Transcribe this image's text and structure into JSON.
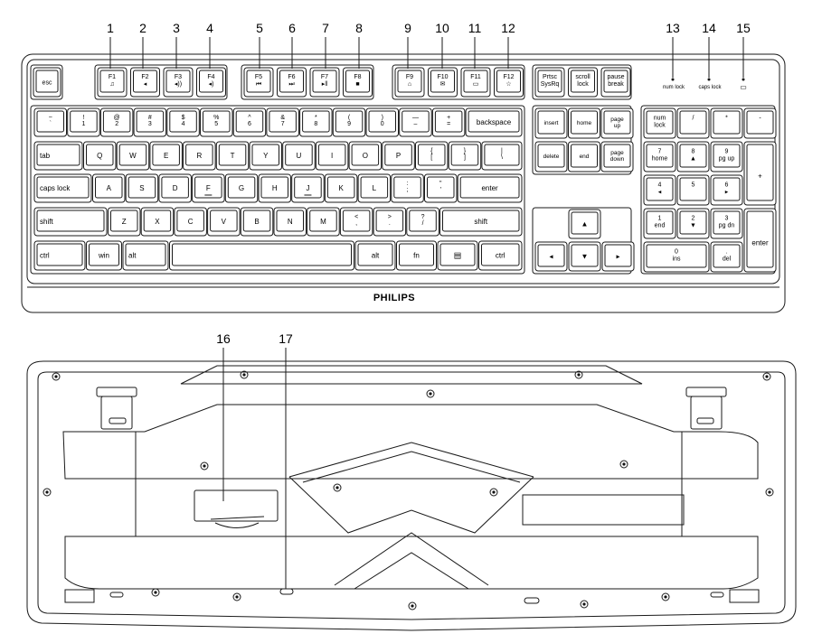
{
  "callouts": [
    {
      "number": "1"
    },
    {
      "number": "2"
    },
    {
      "number": "3"
    },
    {
      "number": "4"
    },
    {
      "number": "5"
    },
    {
      "number": "6"
    },
    {
      "number": "7"
    },
    {
      "number": "8"
    },
    {
      "number": "9"
    },
    {
      "number": "10"
    },
    {
      "number": "11"
    },
    {
      "number": "12"
    },
    {
      "number": "13"
    },
    {
      "number": "14"
    },
    {
      "number": "15"
    },
    {
      "number": "16"
    },
    {
      "number": "17"
    }
  ],
  "brand": "PHILIPS",
  "indicators": [
    "num lock",
    "caps lock",
    "▭"
  ],
  "keys": {
    "esc": "esc",
    "f_row": [
      {
        "top": "F1",
        "sub": "♫"
      },
      {
        "top": "F2",
        "sub": "◂"
      },
      {
        "top": "F3",
        "sub": "◂))"
      },
      {
        "top": "F4",
        "sub": "◂)"
      },
      {
        "top": "F5",
        "sub": "⏮"
      },
      {
        "top": "F6",
        "sub": "⏭"
      },
      {
        "top": "F7",
        "sub": "▸‖"
      },
      {
        "top": "F8",
        "sub": "■"
      },
      {
        "top": "F9",
        "sub": "⌂"
      },
      {
        "top": "F10",
        "sub": "✉"
      },
      {
        "top": "F11",
        "sub": "▭"
      },
      {
        "top": "F12",
        "sub": "☆"
      }
    ],
    "sys": [
      {
        "top": "Prtsc",
        "sub": "SysRq"
      },
      {
        "top": "scroll",
        "sub": "lock"
      },
      {
        "top": "pause",
        "sub": "break"
      }
    ],
    "num_row": [
      {
        "top": "~",
        "sub": "`"
      },
      {
        "top": "!",
        "sub": "1"
      },
      {
        "top": "@",
        "sub": "2"
      },
      {
        "top": "#",
        "sub": "3"
      },
      {
        "top": "$",
        "sub": "4"
      },
      {
        "top": "%",
        "sub": "5"
      },
      {
        "top": "^",
        "sub": "6"
      },
      {
        "top": "&",
        "sub": "7"
      },
      {
        "top": "*",
        "sub": "8"
      },
      {
        "top": "(",
        "sub": "9"
      },
      {
        "top": ")",
        "sub": "0"
      },
      {
        "top": "—",
        "sub": "–"
      },
      {
        "top": "+",
        "sub": "="
      }
    ],
    "backspace": "backspace",
    "tab": "tab",
    "q_row": [
      "Q",
      "W",
      "E",
      "R",
      "T",
      "Y",
      "U",
      "I",
      "O",
      "P"
    ],
    "brackets": [
      {
        "top": "{",
        "sub": "["
      },
      {
        "top": "}",
        "sub": "]"
      },
      {
        "top": "|",
        "sub": "\\"
      }
    ],
    "caps": "caps lock",
    "a_row": [
      "A",
      "S",
      "D",
      "F",
      "G",
      "H",
      "J",
      "K",
      "L"
    ],
    "semi": [
      {
        "top": ":",
        "sub": ";"
      },
      {
        "top": "\"",
        "sub": "'"
      }
    ],
    "enter": "enter",
    "shift_l": "shift",
    "z_row": [
      "Z",
      "X",
      "C",
      "V",
      "B",
      "N",
      "M"
    ],
    "punct": [
      {
        "top": "<",
        "sub": ","
      },
      {
        "top": ">",
        "sub": "."
      },
      {
        "top": "?",
        "sub": "/"
      }
    ],
    "shift_r": "shift",
    "ctrl_l": "ctrl",
    "win": "win",
    "alt_l": "alt",
    "alt_r": "alt",
    "fn": "fn",
    "menu": "▤",
    "ctrl_r": "ctrl",
    "nav": [
      "insert",
      "home",
      "page up",
      "delete",
      "end",
      "page down"
    ],
    "arrows": [
      "▲",
      "◂",
      "▼",
      "▸"
    ],
    "numpad": {
      "r1": [
        {
          "top": "num",
          "sub": "lock"
        },
        {
          "top": "/",
          "sub": ""
        },
        {
          "top": "*",
          "sub": ""
        },
        {
          "top": "-",
          "sub": ""
        }
      ],
      "r2": [
        {
          "top": "7",
          "sub": "home"
        },
        {
          "top": "8",
          "sub": "▲"
        },
        {
          "top": "9",
          "sub": "pg up"
        }
      ],
      "plus": "+",
      "r3": [
        {
          "top": "4",
          "sub": "◂"
        },
        {
          "top": "5",
          "sub": ""
        },
        {
          "top": "6",
          "sub": "▸"
        }
      ],
      "r4": [
        {
          "top": "1",
          "sub": "end"
        },
        {
          "top": "2",
          "sub": "▼"
        },
        {
          "top": "3",
          "sub": "pg dn"
        }
      ],
      "enter": "enter",
      "zero": {
        "top": "0",
        "sub": "ins"
      },
      "dot": {
        "top": ".",
        "sub": "del"
      }
    }
  }
}
